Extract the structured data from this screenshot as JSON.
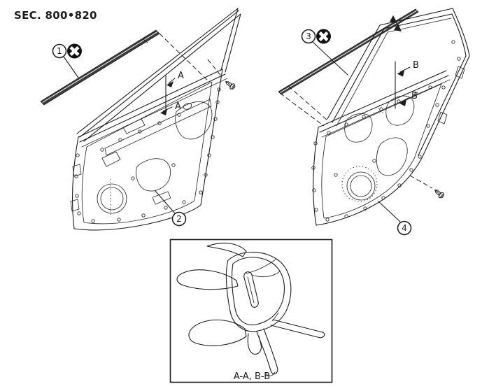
{
  "page": {
    "section_label": "SEC. 800•820",
    "background_color": "#ffffff",
    "line_color": "#1c1c1c"
  },
  "callouts": [
    {
      "number": "1",
      "symbol": "x-circle"
    },
    {
      "number": "2",
      "symbol": ""
    },
    {
      "number": "3",
      "symbol": "x-circle"
    },
    {
      "number": "4",
      "symbol": ""
    }
  ],
  "section_markers": {
    "front_door": [
      "A",
      "A"
    ],
    "rear_door": [
      "B",
      "B"
    ]
  },
  "detail_box": {
    "caption": "A-A, B-B"
  }
}
